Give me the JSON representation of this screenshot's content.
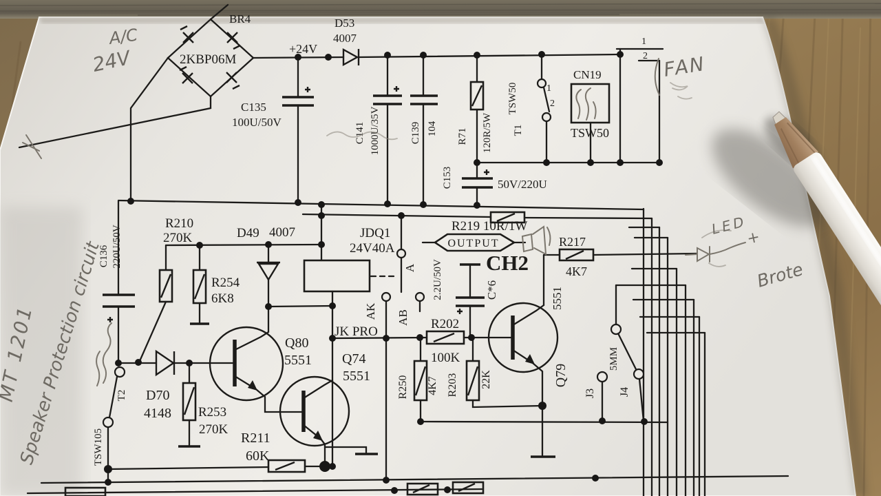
{
  "colors": {
    "paper": "#eae8e3",
    "ink": "#1c1b19",
    "pencil_gray": "#6e6a63",
    "wood_dark_bar": "#6b655a",
    "wood_table": "#8c7450",
    "pencil_body": "#f2efe9",
    "pencil_wood": "#a8896b"
  },
  "handwritten": {
    "ac_type": "A/C",
    "ac_voltage": "24V",
    "fan_label": "FAN",
    "led_label": "LED",
    "led_polarity": "+",
    "note": "Brote",
    "model_number": "MT 1201",
    "circuit_title": "Speaker Protection circuit"
  },
  "power": {
    "rail_label": "+24V",
    "bridge": {
      "ref": "BR4",
      "part": "2KBP06M"
    },
    "d53": {
      "ref": "D53",
      "part": "4007"
    },
    "c135": {
      "ref": "C135",
      "value": "100U/50V"
    },
    "c141": {
      "ref": "C141",
      "value": "1000U/35V"
    },
    "c139": {
      "ref": "C139",
      "value": "104"
    },
    "r71": {
      "ref": "R71",
      "value": "120R/5W"
    },
    "t1": {
      "ref": "T1",
      "part": "TSW50",
      "pin1": "1",
      "pin2": "2"
    },
    "cn19": {
      "ref": "CN19",
      "part": "TSW50"
    },
    "c153": {
      "ref": "C153",
      "value": "50V/220U"
    },
    "fan_pins": {
      "pin1": "1",
      "pin2": "2"
    }
  },
  "protection": {
    "r210": {
      "ref": "R210",
      "value": "270K"
    },
    "c136": {
      "ref": "C136",
      "value": "220U/50V"
    },
    "d49": {
      "ref": "D49",
      "part": "4007"
    },
    "r254": {
      "ref": "R254",
      "value": "6K8"
    },
    "relay": {
      "ref": "JDQ1",
      "value": "24V40A"
    },
    "r219": {
      "label": "R219 10R/1W"
    },
    "output_label": "OUTPUT",
    "channel": "CH2",
    "r217": {
      "ref": "R217",
      "value": "4K7"
    },
    "contacts": {
      "a": "A",
      "ak": "AK",
      "ab": "AB"
    },
    "jk_pro": "JK PRO",
    "c6": {
      "ref": "C*6",
      "value": "2.2U/50V"
    },
    "r202": {
      "ref": "R202",
      "value": "100K"
    },
    "q80": {
      "ref": "Q80",
      "part": "5551"
    },
    "q74": {
      "ref": "Q74",
      "part": "5551"
    },
    "q79": {
      "ref": "Q79",
      "part": "5551"
    },
    "r250": {
      "ref": "R250",
      "value": "4K7"
    },
    "r203": {
      "ref": "R203",
      "value": "22K"
    },
    "d70": {
      "ref": "D70",
      "part": "4148"
    },
    "r253": {
      "ref": "R253",
      "value": "270K"
    },
    "r211": {
      "ref": "R211",
      "value": "60K"
    },
    "t2": {
      "ref": "T2",
      "part": "TSW105"
    },
    "j3": {
      "ref": "J3"
    },
    "j4": {
      "ref": "J4",
      "value": "5MM"
    }
  }
}
